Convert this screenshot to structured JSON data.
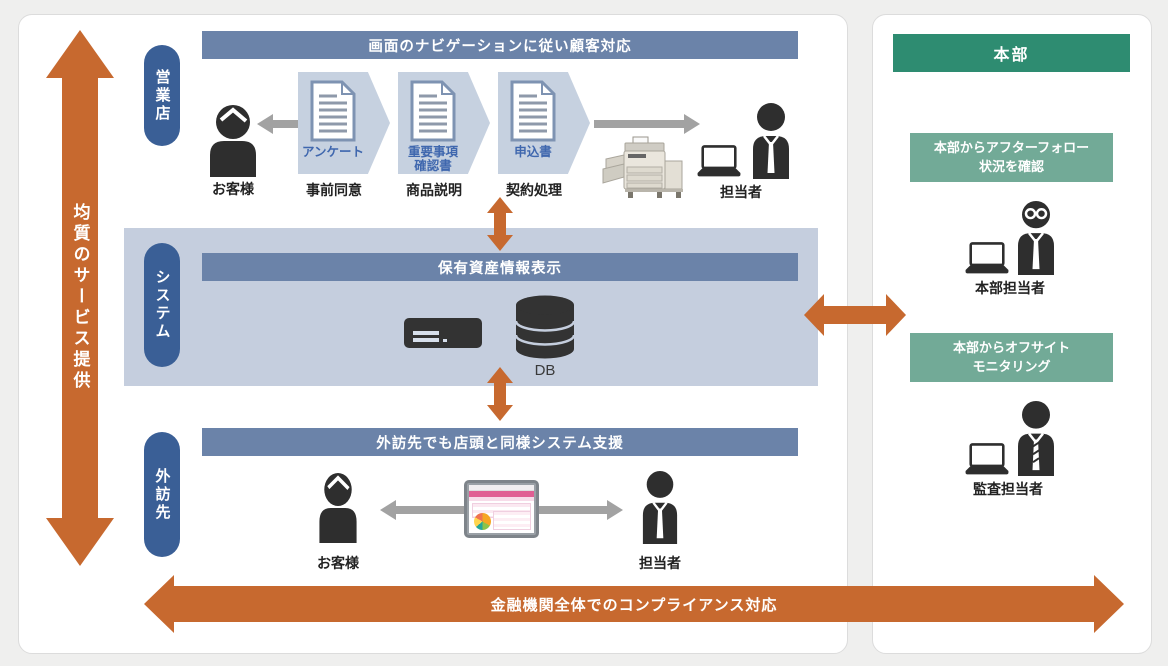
{
  "colors": {
    "orange": "#c7692f",
    "pill_blue": "#3a5f96",
    "banner_blue": "#6b83a9",
    "band_blue": "#c5cede",
    "chevron_blue": "#c6d1e0",
    "doc_caption_blue": "#3f67ae",
    "hq_green": "#2e8c71",
    "hq_green_light": "#72aa97",
    "arrow_gray": "#a2a2a2"
  },
  "left_axis": {
    "label": "均質のサービス提供"
  },
  "branch_row": {
    "pill": "営業店",
    "banner": "画面のナビゲーションに従い顧客対応",
    "customer_label": "お客様",
    "steps": [
      {
        "doc_caption": "アンケート",
        "step_label": "事前同意"
      },
      {
        "doc_caption": "重要事項\n確認書",
        "step_label": "商品説明"
      },
      {
        "doc_caption": "申込書",
        "step_label": "契約処理"
      }
    ],
    "staff_label": "担当者"
  },
  "system_row": {
    "pill": "システム",
    "banner": "保有資産情報表示",
    "db_label": "DB"
  },
  "visit_row": {
    "pill": "外訪先",
    "banner": "外訪先でも店頭と同様システム支援",
    "customer_label": "お客様",
    "staff_label": "担当者"
  },
  "hq": {
    "header": "本部",
    "followup_box": "本部からアフターフォロー\n状況を確認",
    "hq_staff_label": "本部担当者",
    "monitoring_box": "本部からオフサイト\nモニタリング",
    "audit_staff_label": "監査担当者"
  },
  "compliance_arrow": {
    "label": "金融機関全体でのコンプライアンス対応"
  },
  "icons": {
    "customer": "person-customer-icon",
    "staff": "person-tie-icon",
    "hq_staff": "person-glasses-icon",
    "audit_staff": "person-striped-tie-icon",
    "laptop": "laptop-icon",
    "printer": "multifunction-printer-icon",
    "server": "server-icon",
    "database": "database-cylinder-icon",
    "document": "document-icon",
    "tablet": "tablet-app-icon"
  }
}
